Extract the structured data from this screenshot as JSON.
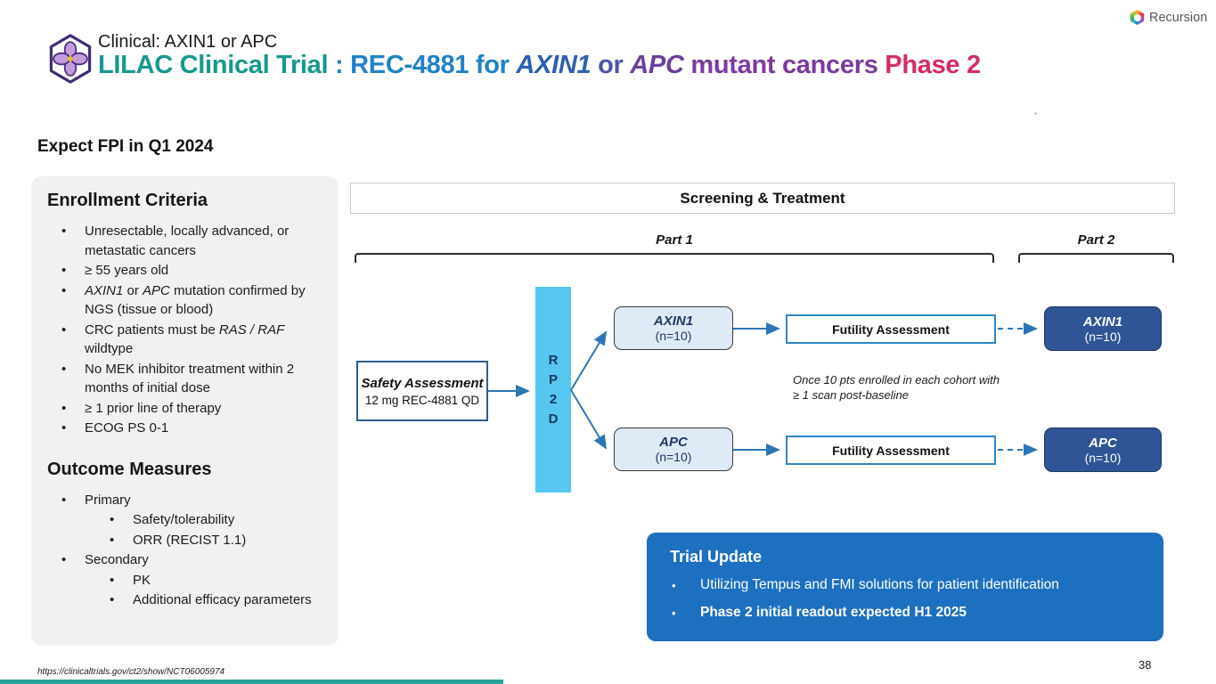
{
  "colors": {
    "accent_teal": "#17988E",
    "accent_blue": "#1F82C8",
    "deep_blue": "#2C5FB3",
    "indigo": "#4A55A8",
    "purple": "#6C3F9E",
    "violet": "#7B3AA0",
    "pink": "#D42B67",
    "rp2d_cyan": "#57C7F2",
    "navy_box": "#2F5597",
    "cohort_fill": "#DEEAF6",
    "arrow_blue": "#2E75B6",
    "futility_border": "#2E86C6",
    "update_blue": "#1D6FC0",
    "panel_gray": "#F1F1F1",
    "bottom_bar_teal": "#2AA49B"
  },
  "brand": {
    "name": "Recursion"
  },
  "header": {
    "eyebrow": "Clinical: AXIN1 or APC",
    "title_segments": [
      {
        "t": "LILAC Clinical Trial "
      },
      {
        "t": ": REC-4881 for "
      },
      {
        "t": "AXIN1",
        "italic": true
      },
      {
        "t": " or "
      },
      {
        "t": "APC",
        "italic": true
      },
      {
        "t": " mutant cancers "
      },
      {
        "t": "Phase 2"
      }
    ],
    "fpi_note": "Expect FPI in Q1 2024"
  },
  "left_panel": {
    "enrollment": {
      "heading": "Enrollment Criteria",
      "bullets": [
        [
          {
            "t": "Unresectable, locally advanced, or metastatic cancers"
          }
        ],
        [
          {
            "t": "≥ 55 years old"
          }
        ],
        [
          {
            "t": "AXIN1",
            "italic": true
          },
          {
            "t": " or "
          },
          {
            "t": "APC",
            "italic": true
          },
          {
            "t": " mutation confirmed by NGS (tissue or blood)"
          }
        ],
        [
          {
            "t": "CRC patients must be "
          },
          {
            "t": "RAS / RAF",
            "italic": true
          },
          {
            "t": " wildtype"
          }
        ],
        [
          {
            "t": "No MEK inhibitor treatment within 2 months of initial dose"
          }
        ],
        [
          {
            "t": "≥ 1 prior line of therapy"
          }
        ],
        [
          {
            "t": "ECOG PS 0-1"
          }
        ]
      ]
    },
    "outcomes": {
      "heading": "Outcome Measures",
      "items": [
        "Primary",
        "Safety/tolerability",
        "ORR (RECIST 1.1)",
        "Secondary",
        "PK",
        "Additional efficacy parameters"
      ]
    }
  },
  "diagram": {
    "band_title": "Screening & Treatment",
    "part1_label": "Part 1",
    "part2_label": "Part 2",
    "safety_box": {
      "title": "Safety Assessment",
      "dose": "12 mg REC-4881 QD"
    },
    "rp2d_letters": [
      "R",
      "P",
      "2",
      "D"
    ],
    "cohorts": {
      "axin1": {
        "name": "AXIN1",
        "n": "(n=10)"
      },
      "apc": {
        "name": "APC",
        "n": "(n=10)"
      }
    },
    "futility_label": "Futility Assessment",
    "note_line1": "Once 10 pts enrolled in each cohort with",
    "note_line2": "≥ 1 scan post-baseline"
  },
  "trial_update": {
    "heading": "Trial Update",
    "bullets": [
      {
        "text": "Utilizing Tempus and FMI solutions for patient identification",
        "bold": false
      },
      {
        "text": "Phase 2 initial readout expected H1 2025",
        "bold": true
      }
    ]
  },
  "footer": {
    "url": "https://clinicaltrials.gov/ct2/show/NCT06005974",
    "slide_number": "38"
  }
}
